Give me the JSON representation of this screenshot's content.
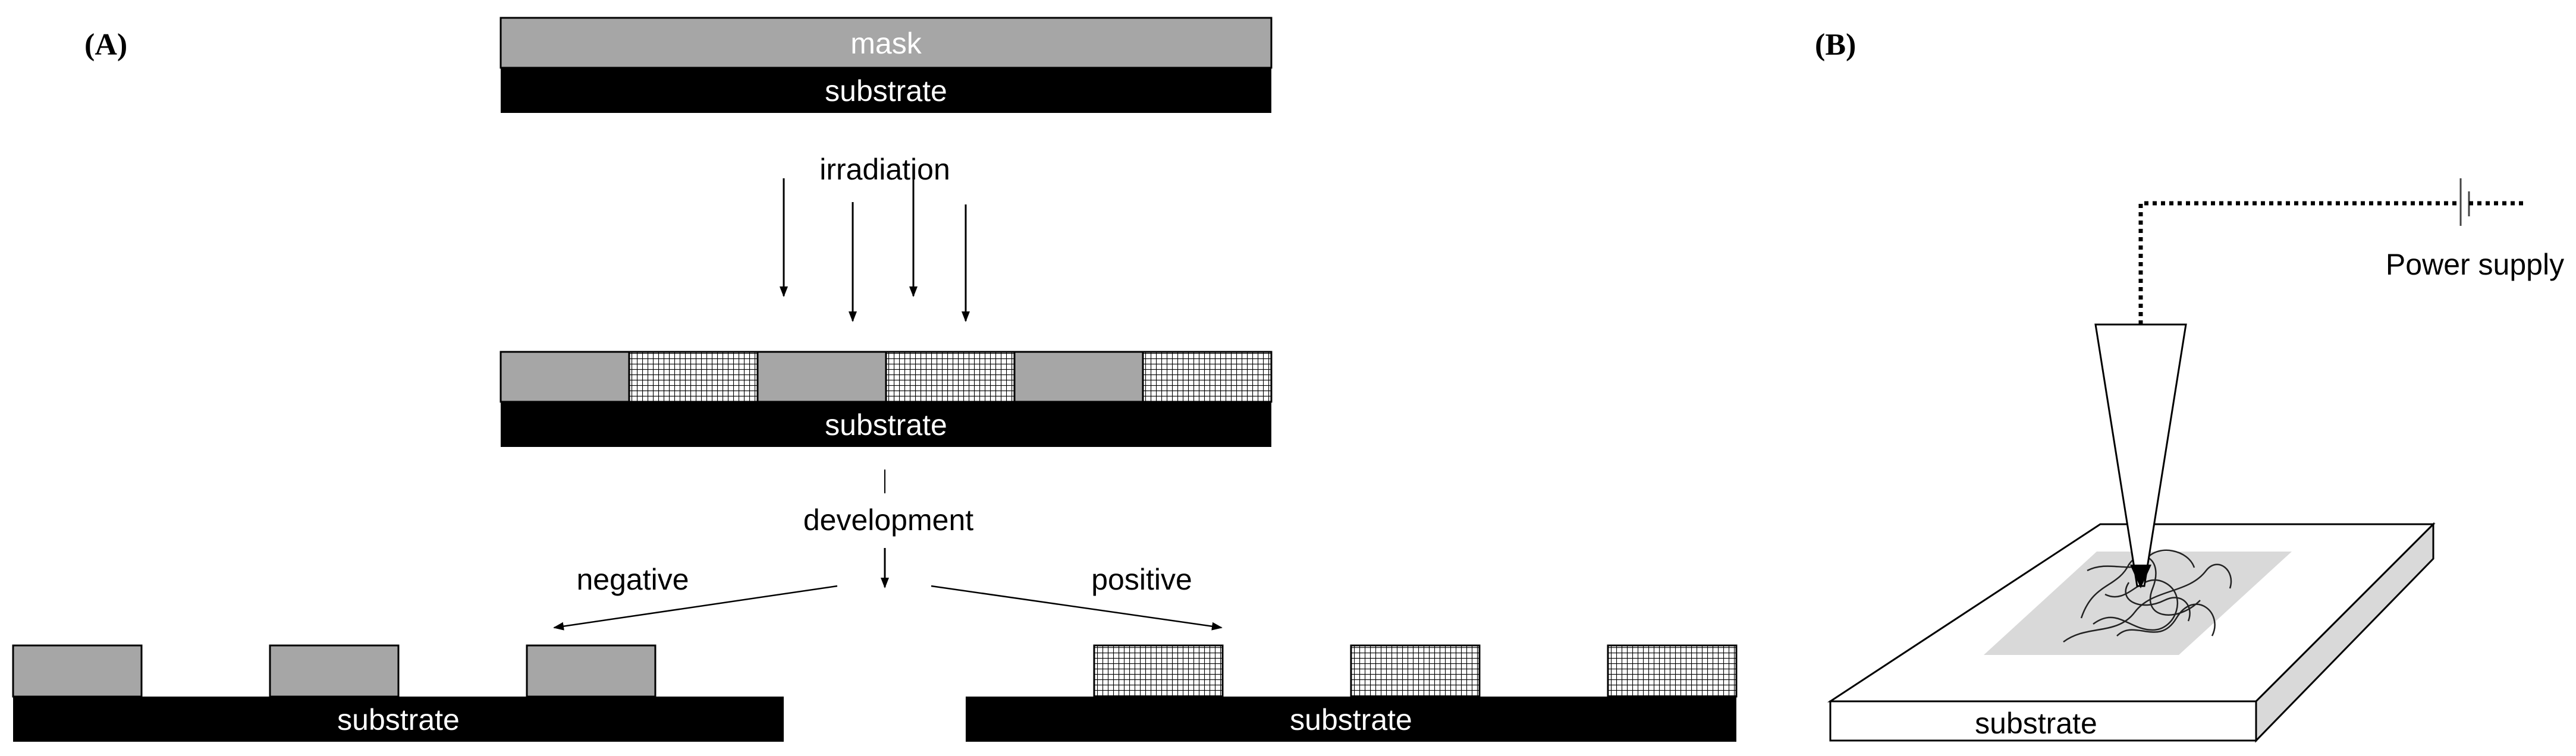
{
  "panel_a": {
    "label": "(A)",
    "mask": "mask",
    "substrate": "substrate",
    "irradiation": "irradiation",
    "development": "development",
    "negative": "negative",
    "positive": "positive"
  },
  "panel_b": {
    "label": "(B)",
    "power_supply": "Power supply",
    "substrate": "substrate"
  },
  "colors": {
    "substrate_dark": "#000000",
    "mask_gray": "#a6a6a6",
    "sample_area_gray": "#d9d9d9",
    "line": "#000000"
  }
}
